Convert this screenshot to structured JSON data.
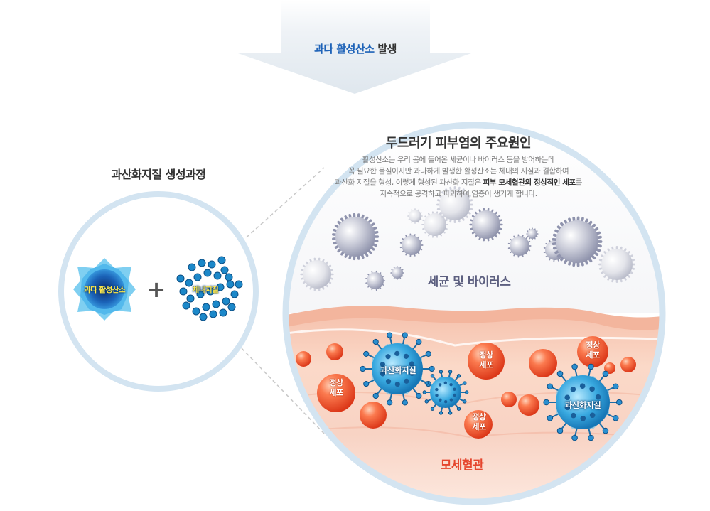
{
  "arrow": {
    "accent_text": "과다 활성산소",
    "rest_text": " 발생"
  },
  "left_panel": {
    "title": "과산화지질 생성과정",
    "ros_label": "과다 활성산소",
    "plus_symbol": "+",
    "lipid_label": "체내지질"
  },
  "right_panel": {
    "title": "두드러기 피부염의 주요원인",
    "description": {
      "line1": "활성산소는 우리 몸에 들어온 세균이나 바이러스 등을 방어하는데",
      "line2": "꼭 필요한 물질이지만 과다하게 발생한 활성산소는 체내의 지질과 결합하여",
      "line3_pre": "과산화 지질을 형성, 이렇게 형성된 과산화 지질은 ",
      "line3_strong": "피부 모세혈관의 정상적인 세포",
      "line3_post": "를",
      "line4": "지속적으로 공격하고 파괴하여 염증이  생기게 합니다."
    },
    "bacteria_label": "세균 및 바이러스",
    "vessel_label": "모세혈관",
    "normal_cell_labels": [
      {
        "line1": "정상",
        "line2": "세포"
      },
      {
        "line1": "정상",
        "line2": "세포"
      },
      {
        "line1": "정상",
        "line2": "세포"
      },
      {
        "line1": "정상",
        "line2": "세포"
      }
    ],
    "peroxide_labels": [
      "과산화지질",
      "과산화지질"
    ]
  },
  "colors": {
    "accent_blue": "#1f63b8",
    "ring_blue": "#d3e4f1",
    "vessel_red": "#e5452d",
    "cell_orange": "#f05a2d",
    "label_yellow": "#ffe84a"
  }
}
